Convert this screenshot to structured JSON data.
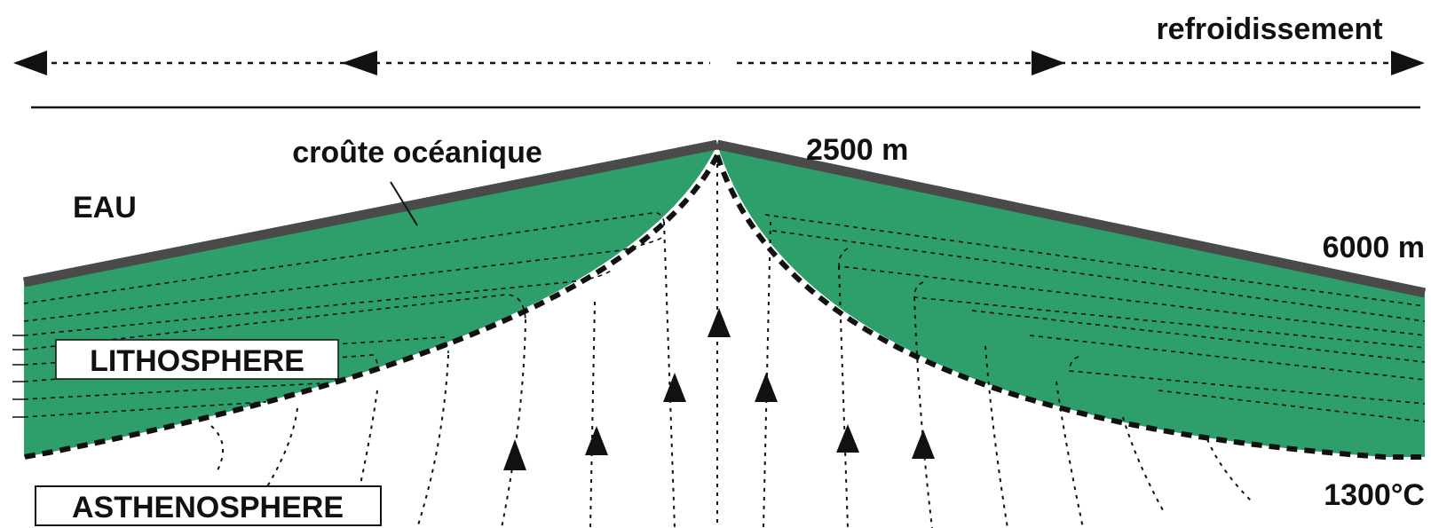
{
  "labels": {
    "cooling": "refroidissement",
    "crust": "croûte océanique",
    "water": "EAU",
    "depth_ridge": "2500 m",
    "depth_basin": "6000 m",
    "lithosphere": "LITHOSPHERE",
    "asthenosphere": "ASTHENOSPHERE",
    "temperature": "1300°C"
  },
  "colors": {
    "lithosphere_fill": "#2e9e6a",
    "crust": "#4a4a4a",
    "ink": "#111111"
  }
}
